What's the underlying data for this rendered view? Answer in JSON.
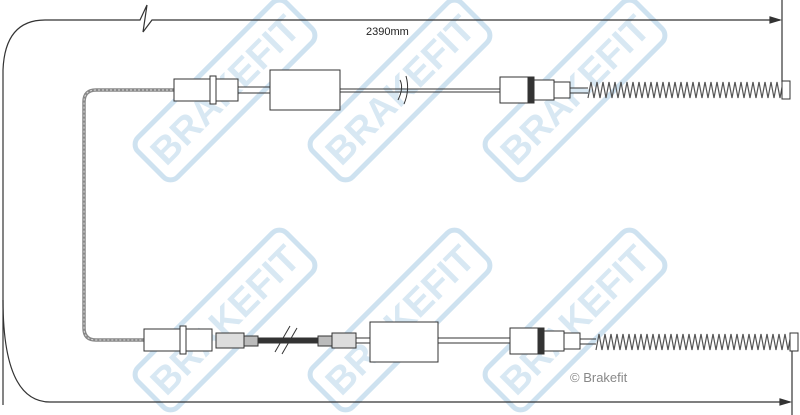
{
  "diagram": {
    "dimension_label": "2390mm",
    "copyright": "© Brakefit",
    "watermark_text": "BRAKEFIT",
    "colors": {
      "line": "#333333",
      "cable": "#777777",
      "watermark": "#cfe3f1",
      "watermark_stroke": "#b9d6ea"
    }
  }
}
